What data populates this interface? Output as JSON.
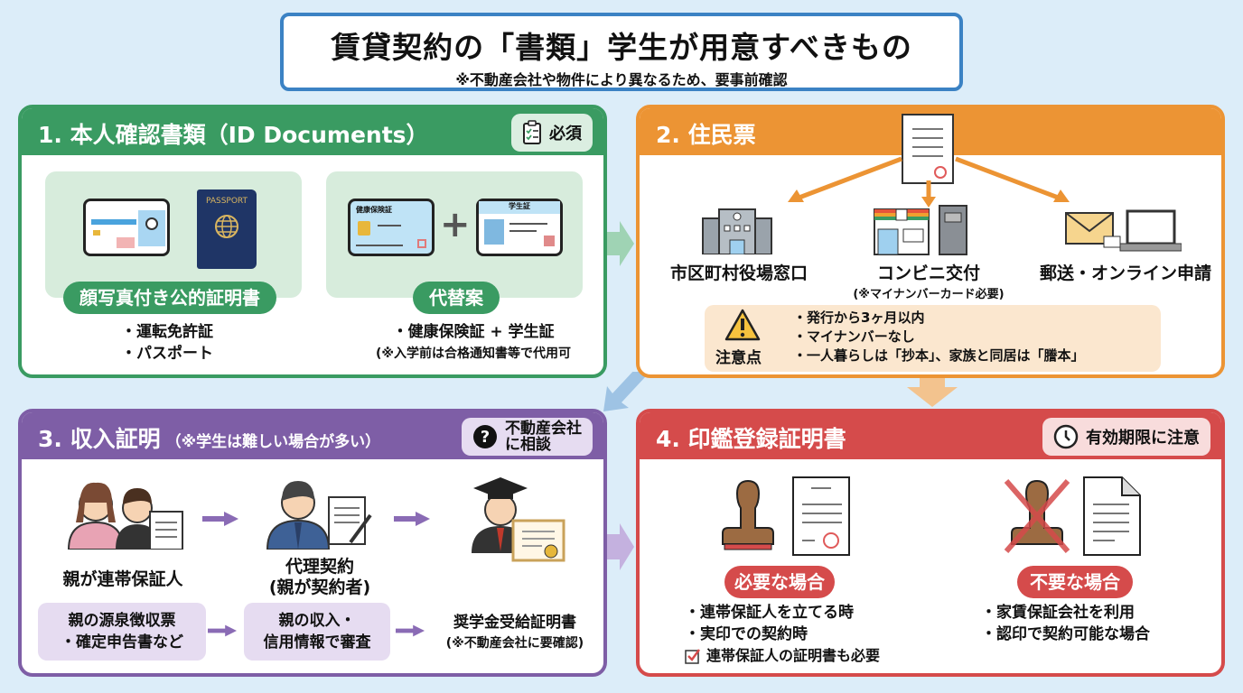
{
  "title": {
    "main": "賃貸契約の「書類」学生が用意すべきもの",
    "sub": "※不動産会社や物件により異なるため、要事前確認"
  },
  "colors": {
    "background": "#dcedf9",
    "title_border": "#3b82c4",
    "section1": "#3a9b62",
    "section2": "#ec9434",
    "section3": "#7e5ea6",
    "section4": "#d54b4b"
  },
  "section1": {
    "heading": "1. 本人確認書類（ID Documents）",
    "badge": "必須",
    "badge_icon": "clipboard-check-icon",
    "option_a": {
      "label": "顔写真付き公的証明書",
      "items": [
        "・運転免許証",
        "・パスポート"
      ],
      "passport_text": "PASSPORT"
    },
    "option_b": {
      "label": "代替案",
      "items": [
        "・健康保険証 + 学生証"
      ],
      "note": "(※入学前は合格通知書等で代用可",
      "card1_text": "健康保険証",
      "card2_text": "学生証",
      "plus": "+"
    }
  },
  "section2": {
    "heading": "2. 住民票",
    "places": [
      {
        "label": "市区町村役場窓口",
        "icon": "city-hall-icon",
        "note": ""
      },
      {
        "label": "コンビニ交付",
        "icon": "convenience-store-icon",
        "note": "(※マイナンバーカード必要)"
      },
      {
        "label": "郵送・オンライン申請",
        "icon": "mail-laptop-icon",
        "note": ""
      }
    ],
    "caution": {
      "label": "注意点",
      "items": [
        "・発行から3ヶ月以内",
        "・マイナンバーなし",
        "・一人暮らしは「抄本」、家族と同居は「謄本」"
      ]
    }
  },
  "section3": {
    "heading": "3. 収入証明",
    "heading_note": "（※学生は難しい場合が多い）",
    "badge": "不動産会社\nに相談",
    "badge_line1": "不動産会社",
    "badge_line2": "に相談",
    "steps": [
      {
        "caption": "親が連帯保証人",
        "caption2": "",
        "detail1": "親の源泉徴収票",
        "detail2": "・確定申告書など"
      },
      {
        "caption": "代理契約",
        "caption2": "(親が契約者)",
        "detail1": "親の収入・",
        "detail2": "信用情報で審査"
      },
      {
        "caption": "",
        "caption2": "",
        "detail1": "奨学金受給証明書",
        "detail2": "(※不動産会社に要確認)"
      }
    ]
  },
  "section4": {
    "heading": "4. 印鑑登録証明書",
    "badge": "有効期限に注意",
    "required": {
      "label": "必要な場合",
      "items": [
        "・連帯保証人を立てる時",
        "・実印での契約時"
      ],
      "check_note": "連帯保証人の証明書も必要"
    },
    "not_required": {
      "label": "不要な場合",
      "items": [
        "・家賃保証会社を利用",
        "・認印で契約可能な場合"
      ]
    }
  }
}
